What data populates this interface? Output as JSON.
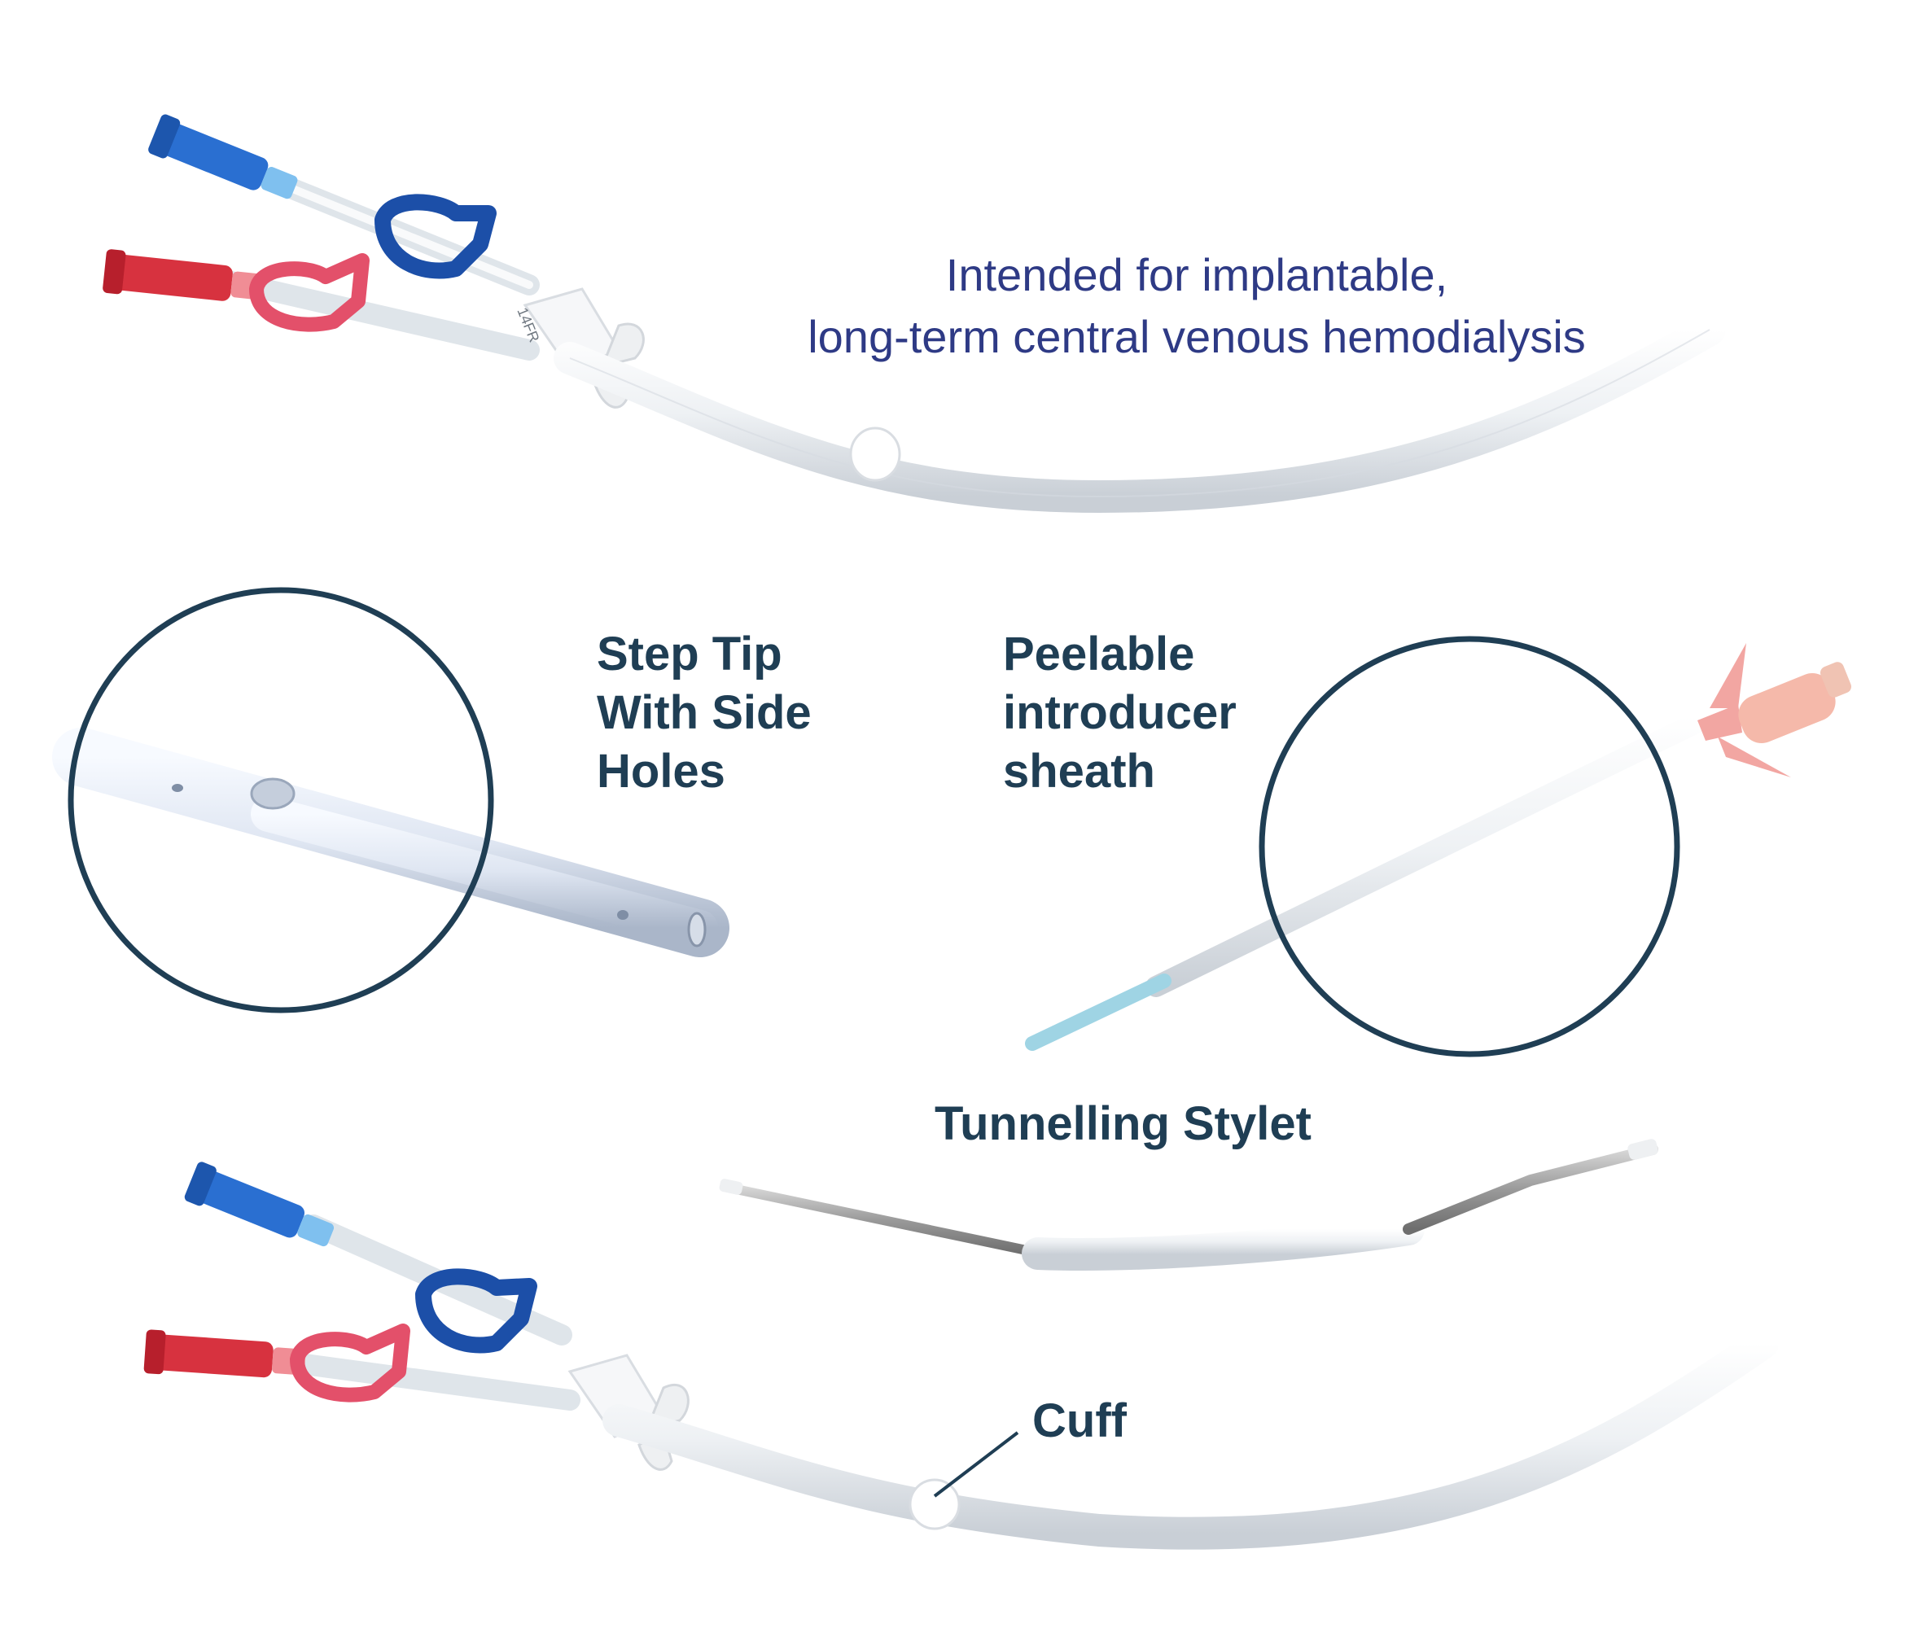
{
  "labels": {
    "intended": "Intended for implantable,\nlong-term central venous hemodialysis",
    "step_tip": "Step Tip\nWith Side\nHoles",
    "peelable": "Peelable\nintroducer\nsheath",
    "tunnelling_stylet": "Tunnelling Stylet",
    "cuff": "Cuff",
    "hub_marking": "14FR"
  },
  "colors": {
    "label_text": "#1f3e54",
    "intended_text": "#2e3a85",
    "ring": "#1f3e54",
    "arterial_red": "#d7323f",
    "venous_blue": "#2a6fd1",
    "tube_white": "#f4f6f8",
    "sheath_pink": "#f2a6a2",
    "sheath_tip_blue": "#9fd4e4"
  }
}
